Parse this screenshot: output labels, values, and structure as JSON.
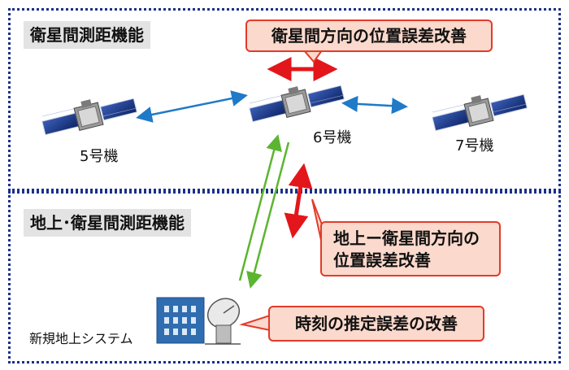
{
  "sections": {
    "top_title": "衛星間測距機能",
    "bottom_title": "地上･衛星間測距機能"
  },
  "satellites": [
    {
      "label": "5号機"
    },
    {
      "label": "6号機"
    },
    {
      "label": "7号機"
    }
  ],
  "callouts": {
    "inter_satellite": "衛星間方向の位置誤差改善",
    "ground_satellite_line1": "地上ー衛星間方向の",
    "ground_satellite_line2": "位置誤差改善",
    "time": "時刻の推定誤差の改善"
  },
  "ground_station": {
    "label": "新規地上システム"
  },
  "colors": {
    "frame": "#1b2f8a",
    "callout_fill": "#fbd9cc",
    "callout_border": "#e23b2a",
    "blue_arrow": "#1f7ac8",
    "red_arrow": "#e3161b",
    "green_arrow": "#5cb530"
  }
}
